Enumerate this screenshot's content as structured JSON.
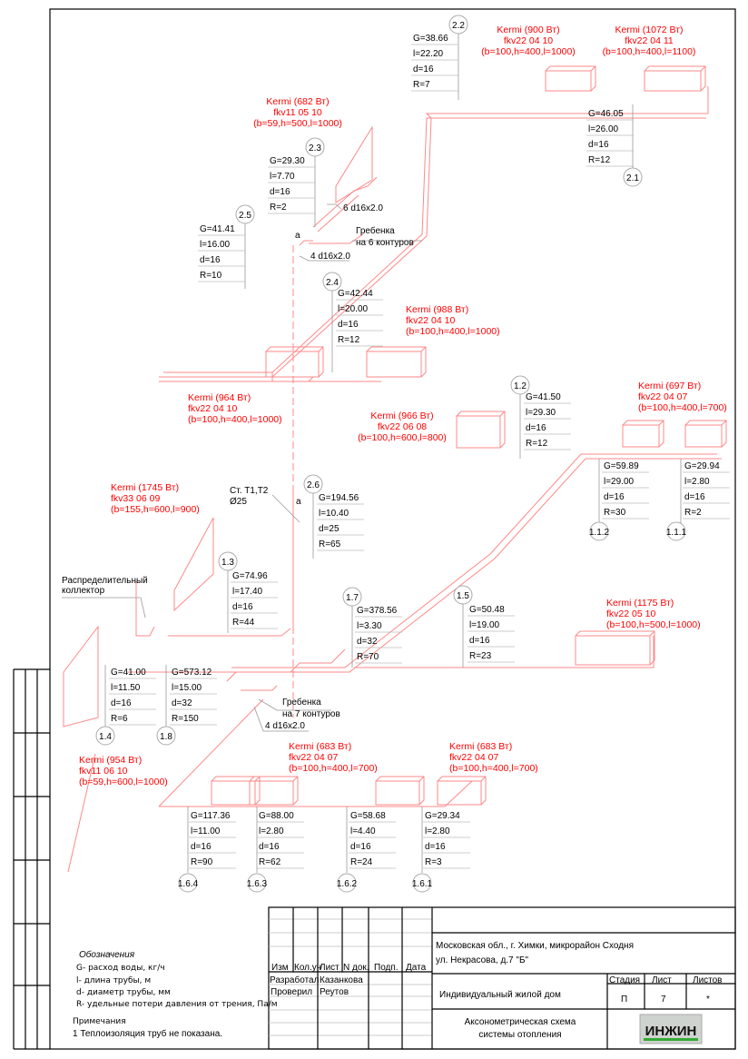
{
  "segments": [
    {
      "id": "2.2",
      "G": "G=38.66",
      "l": "l=22.20",
      "d": "d=16",
      "R": "R=7"
    },
    {
      "id": "2.1",
      "G": "G=46.05",
      "l": "l=26.00",
      "d": "d=16",
      "R": "R=12"
    },
    {
      "id": "2.3",
      "G": "G=29.30",
      "l": "l=7.70",
      "d": "d=16",
      "R": "R=2"
    },
    {
      "id": "2.5",
      "G": "G=41.41",
      "l": "l=16.00",
      "d": "d=16",
      "R": "R=10"
    },
    {
      "id": "2.4",
      "G": "G=42.44",
      "l": "l=20.00",
      "d": "d=16",
      "R": "R=12"
    },
    {
      "id": "1.2",
      "G": "G=41.50",
      "l": "l=29.30",
      "d": "d=16",
      "R": "R=12"
    },
    {
      "id": "1.1.2",
      "G": "G=59.89",
      "l": "l=29.00",
      "d": "d=16",
      "R": "R=30"
    },
    {
      "id": "1.1.1",
      "G": "G=29.94",
      "l": "l=2.80",
      "d": "d=16",
      "R": "R=2"
    },
    {
      "id": "2.6",
      "G": "G=194.56",
      "l": "l=10.40",
      "d": "d=25",
      "R": "R=65"
    },
    {
      "id": "1.3",
      "G": "G=74.96",
      "l": "l=17.40",
      "d": "d=16",
      "R": "R=44"
    },
    {
      "id": "1.7",
      "G": "G=378.56",
      "l": "l=3.30",
      "d": "d=32",
      "R": "R=70"
    },
    {
      "id": "1.5",
      "G": "G=50.48",
      "l": "l=19.00",
      "d": "d=16",
      "R": "R=23"
    },
    {
      "id": "1.4",
      "G": "G=41.00",
      "l": "l=11.50",
      "d": "d=16",
      "R": "R=6"
    },
    {
      "id": "1.8",
      "G": "G=573.12",
      "l": "l=15.00",
      "d": "d=32",
      "R": "R=150"
    },
    {
      "id": "1.6.4",
      "G": "G=117.36",
      "l": "l=11.00",
      "d": "d=16",
      "R": "R=90"
    },
    {
      "id": "1.6.3",
      "G": "G=88.00",
      "l": "l=2.80",
      "d": "d=16",
      "R": "R=62"
    },
    {
      "id": "1.6.2",
      "G": "G=58.68",
      "l": "l=4.40",
      "d": "d=16",
      "R": "R=24"
    },
    {
      "id": "1.6.1",
      "G": "G=29.34",
      "l": "l=2.80",
      "d": "d=16",
      "R": "R=3"
    }
  ],
  "radiators": [
    {
      "name": "Kermi  (900 Вт)",
      "model": "fkv22 04 10",
      "dims": "(b=100,h=400,l=1000)"
    },
    {
      "name": "Kermi  (1072 Вт)",
      "model": "fkv22 04 11",
      "dims": "(b=100,h=400,l=1100)"
    },
    {
      "name": "Kermi  (682 Вт)",
      "model": "fkv11 05 10",
      "dims": "(b=59,h=500,l=1000)"
    },
    {
      "name": "Kermi  (988 Вт)",
      "model": "fkv22 04 10",
      "dims": "(b=100,h=400,l=1000)"
    },
    {
      "name": "Kermi  (964 Вт)",
      "model": "fkv22 04 10",
      "dims": "(b=100,h=400,l=1000)"
    },
    {
      "name": "Kermi  (966 Вт)",
      "model": "fkv22 06 08",
      "dims": "(b=100,h=600,l=800)"
    },
    {
      "name": "Kermi  (697 Вт)",
      "model": "fkv22 04 07",
      "dims": "(b=100,h=400,l=700)"
    },
    {
      "name": "Kermi  (1745 Вт)",
      "model": "fkv33 06 09",
      "dims": "(b=155,h=600,l=900)"
    },
    {
      "name": "Kermi  (1175 Вт)",
      "model": "fkv22 05 10",
      "dims": "(b=100,h=500,l=1000)"
    },
    {
      "name": "Kermi  (954 Вт)",
      "model": "fkv11 06 10",
      "dims": "(b=59,h=600,l=1000)"
    },
    {
      "name": "Kermi  (683 Вт)",
      "model": "fkv22 04 07",
      "dims": "(b=100,h=400,l=700)"
    },
    {
      "name": "Kermi  (683 Вт)",
      "model": "fkv22 04 07",
      "dims": "(b=100,h=400,l=700)"
    }
  ],
  "annotations": {
    "manifold6_l1": "Гребенка",
    "manifold6_l2": "на 6 контуров",
    "pipes6": "6 d16x2.0",
    "pipes4_top": "4 d16x2.0",
    "mark_a_top": "а",
    "riser_l1": "Ст. T1,T2",
    "riser_l2": "Ø25",
    "mark_a_mid": "а",
    "collector_l1": "Распределительный",
    "collector_l2": "коллектор",
    "manifold7_l1": "Гребенка",
    "manifold7_l2": "на 7 контуров",
    "pipes4_bottom": "4 d16x2.0"
  },
  "legend": {
    "title": "Обозначения",
    "items": [
      "G- расход воды, кг/ч",
      "l- длина трубы, м",
      "d- диаметр трубы, мм",
      "R- удельные потери давления от трения, Па/м"
    ],
    "notes_title": "Примечания",
    "note1": "1 Теплоизоляция труб не показана."
  },
  "title_block": {
    "headers": [
      "Изм",
      "Кол.уч",
      "Лист",
      "N док.",
      "Подп.",
      "Дата"
    ],
    "developed_label": "Разработал",
    "developed_name": "Казанкова",
    "checked_label": "Проверил",
    "checked_name": "Реутов",
    "address_l1": "Московская обл., г. Химки, микрорайон Сходня",
    "address_l2": "ул. Некрасова, д.7 \"Б\"",
    "object": "Индивидуальный жилой дом",
    "stage_label": "Стадия",
    "sheet_label": "Лист",
    "sheets_label": "Листов",
    "stage": "П",
    "sheet": "7",
    "sheets": "*",
    "drawing_l1": "Аксонометрическая схема",
    "drawing_l2": "системы отопления",
    "logo": "ИНЖИН"
  }
}
